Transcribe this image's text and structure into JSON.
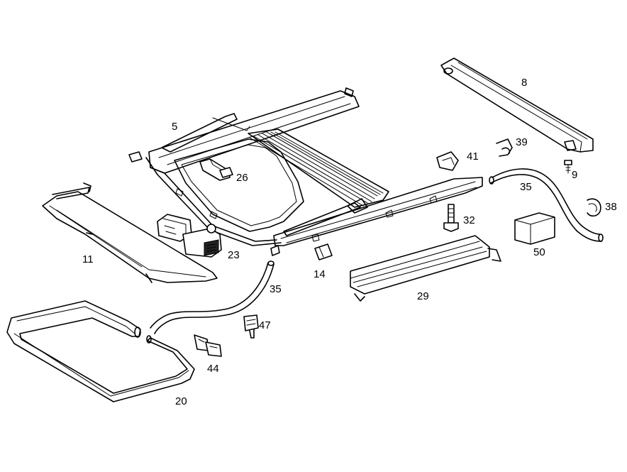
{
  "callouts": [
    {
      "id": "c5",
      "label": "5"
    },
    {
      "id": "c8",
      "label": "8"
    },
    {
      "id": "c9",
      "label": "9"
    },
    {
      "id": "c11",
      "label": "11"
    },
    {
      "id": "c14",
      "label": "14"
    },
    {
      "id": "c20",
      "label": "20"
    },
    {
      "id": "c23",
      "label": "23"
    },
    {
      "id": "c26",
      "label": "26"
    },
    {
      "id": "c29",
      "label": "29"
    },
    {
      "id": "c32",
      "label": "32"
    },
    {
      "id": "c35a",
      "label": "35"
    },
    {
      "id": "c35b",
      "label": "35"
    },
    {
      "id": "c38",
      "label": "38"
    },
    {
      "id": "c39",
      "label": "39"
    },
    {
      "id": "c41",
      "label": "41"
    },
    {
      "id": "c44",
      "label": "44"
    },
    {
      "id": "c47",
      "label": "47"
    },
    {
      "id": "c50",
      "label": "50"
    }
  ]
}
